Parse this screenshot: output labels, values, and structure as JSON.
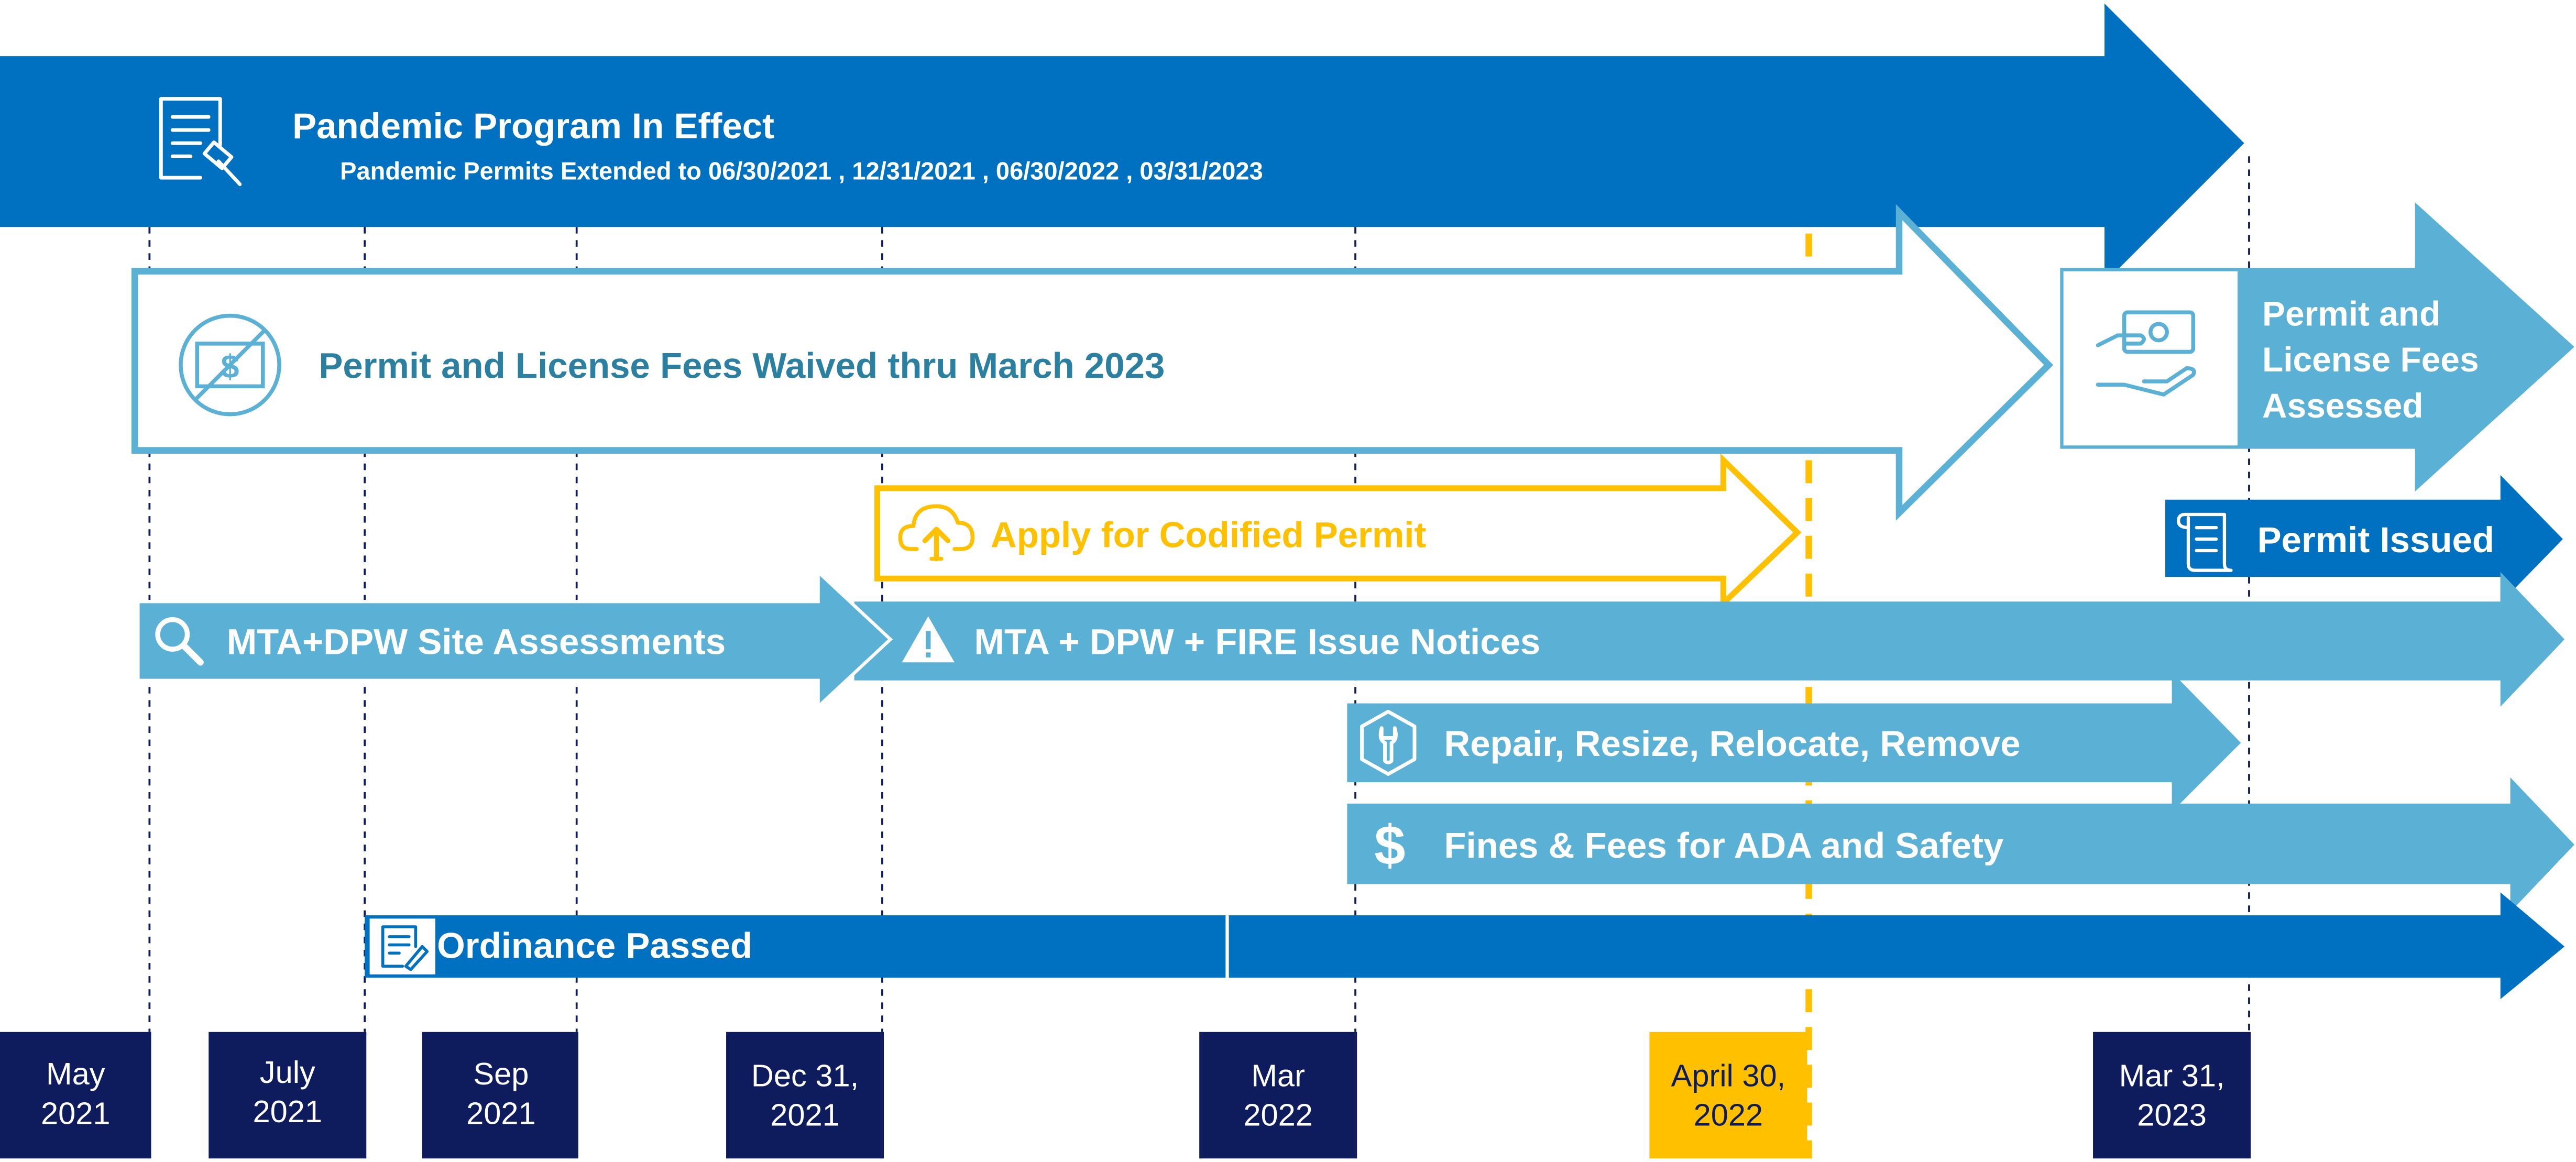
{
  "colors": {
    "dark_blue": "#0070C0",
    "light_blue": "#5BB0D6",
    "outline_blue": "#5BB0D6",
    "teal_text": "#2B7FA0",
    "yellow": "#FFC000",
    "navy": "#0E1C5E",
    "white": "#FFFFFF"
  },
  "pandemic_program": {
    "title": "Pandemic Program In Effect",
    "subtitle": "Pandemic Permits Extended to 06/30/2021 , 12/31/2021 , 06/30/2022 , 03/31/2023",
    "icon": "document-gavel-icon"
  },
  "fees_waived": {
    "label": "Permit and License Fees Waived thru March 2023",
    "icon": "no-money-icon"
  },
  "fees_assessed": {
    "line1": "Permit and",
    "line2": "License Fees",
    "line3": "Assessed",
    "icon": "hand-money-icon"
  },
  "apply_permit": {
    "label": "Apply for Codified Permit",
    "icon": "cloud-upload-icon"
  },
  "permit_issued": {
    "label": "Permit Issued",
    "icon": "scroll-icon"
  },
  "site_assessments": {
    "label": "MTA+DPW Site Assessments",
    "icon": "magnifier-icon"
  },
  "issue_notices": {
    "label": "MTA + DPW + FIRE Issue Notices",
    "icon": "warning-icon"
  },
  "repair": {
    "label": "Repair, Resize, Relocate, Remove",
    "icon": "wrench-icon"
  },
  "fines": {
    "label": "Fines & Fees for ADA and Safety",
    "icon": "dollar-icon"
  },
  "ordinance": {
    "label": "Ordinance Passed",
    "icon": "document-pen-icon"
  },
  "timeline": [
    {
      "line1": "May",
      "line2": "2021",
      "highlight": false
    },
    {
      "line1": "July",
      "line2": "2021",
      "highlight": false
    },
    {
      "line1": "Sep",
      "line2": "2021",
      "highlight": false
    },
    {
      "line1": "Dec 31,",
      "line2": "2021",
      "highlight": false
    },
    {
      "line1": "Mar",
      "line2": "2022",
      "highlight": false
    },
    {
      "line1": "April 30,",
      "line2": "2022",
      "highlight": true
    },
    {
      "line1": "Mar 31,",
      "line2": "2023",
      "highlight": false
    }
  ]
}
